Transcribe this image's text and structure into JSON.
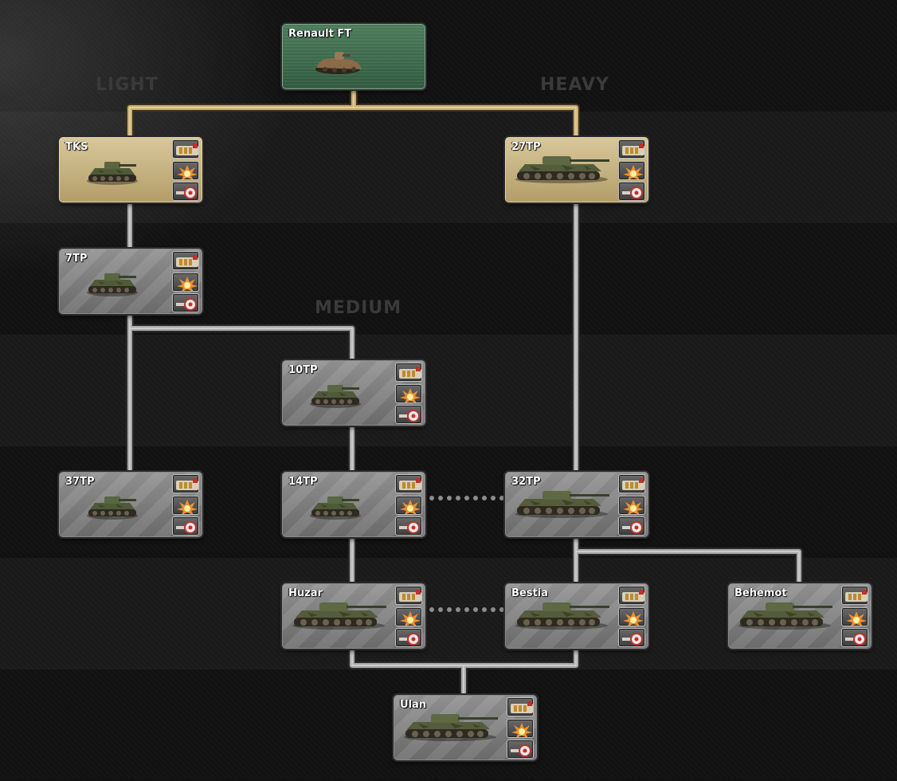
{
  "categories": {
    "light": "LIGHT",
    "heavy": "HEAVY",
    "medium": "MEDIUM"
  },
  "tanks": {
    "renault_ft": "Renault FT",
    "tks": "TKS",
    "t27tp": "27TP",
    "t7tp": "7TP",
    "t10tp": "10TP",
    "t37tp": "37TP",
    "t14tp": "14TP",
    "t32tp": "32TP",
    "huzar": "Huzar",
    "bestia": "Bestia",
    "behemot": "Behemot",
    "ulan": "Ulan"
  },
  "variant_buttons": [
    "ammo-variant-icon",
    "firepower-variant-icon",
    "engine-variant-icon"
  ],
  "colors": {
    "researched_line": "#c8ad76",
    "line": "#aaaaaa",
    "researched_card": "#cbb784",
    "root_card": "#3d6b4c"
  }
}
